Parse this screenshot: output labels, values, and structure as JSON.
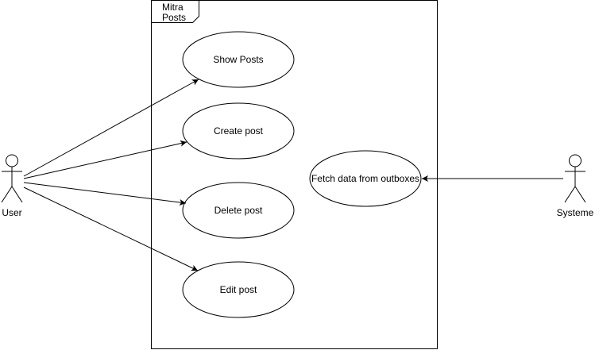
{
  "system": {
    "name_line1": "Mitra",
    "name_line2": "Posts"
  },
  "actors": {
    "user": {
      "label": "User"
    },
    "system_actor": {
      "label": "Systeme"
    }
  },
  "use_cases": {
    "show_posts": "Show Posts",
    "create_post": "Create post",
    "delete_post": "Delete post",
    "edit_post": "Edit post",
    "fetch_data": "Fetch data from outboxes"
  },
  "colors": {
    "stroke": "#000000",
    "fill": "#ffffff"
  }
}
